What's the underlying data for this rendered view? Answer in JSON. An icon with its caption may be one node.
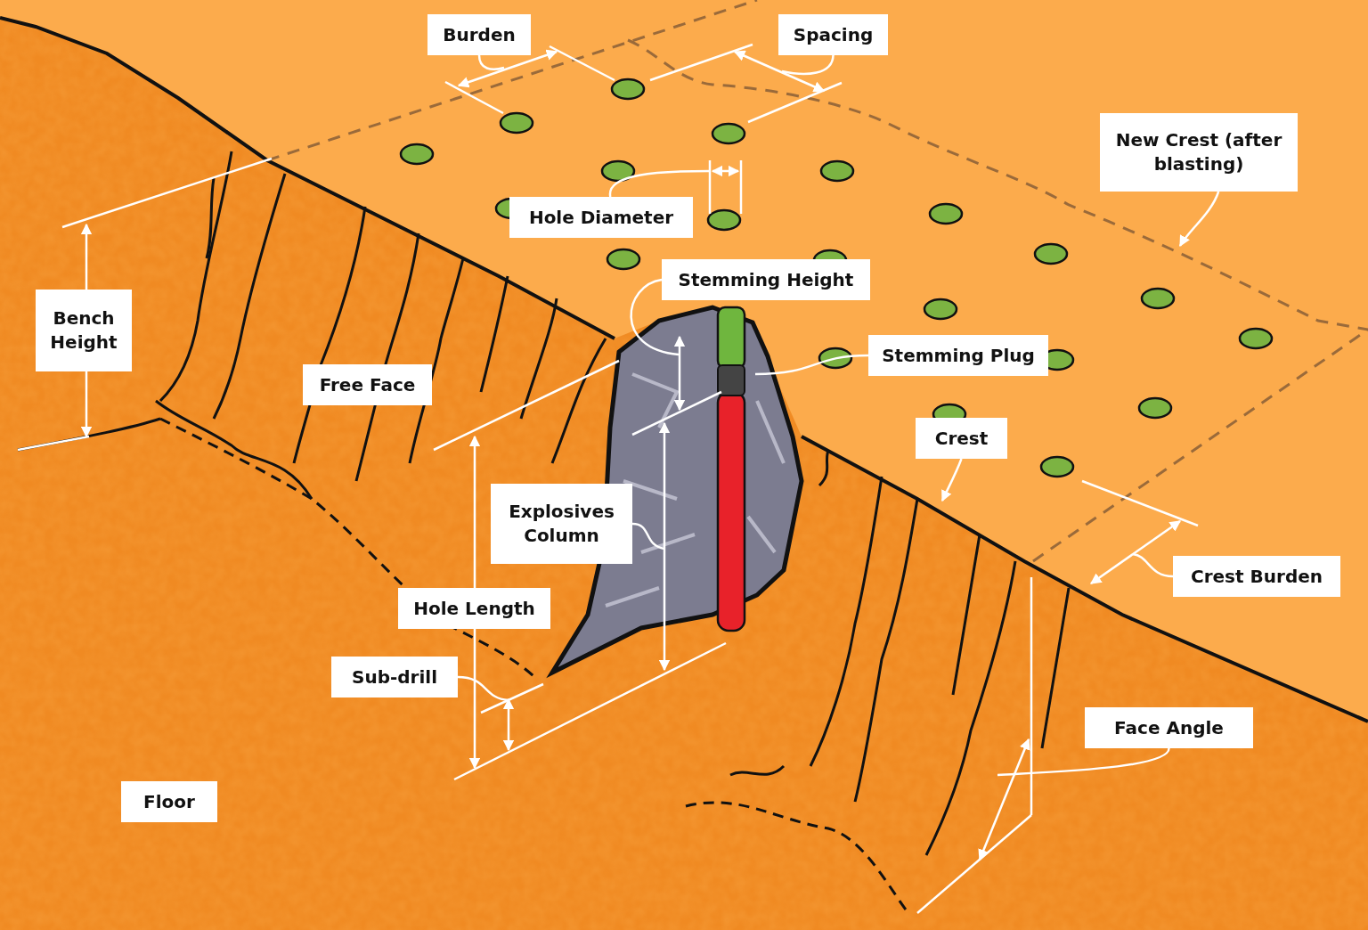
{
  "diagram": {
    "nodes": [
      {
        "text": [
          "Burden"
        ]
      },
      {
        "text": [
          "Spacing"
        ]
      },
      {
        "text": [
          "New Crest (after blasting)"
        ]
      },
      {
        "text": [
          "Hole Diameter"
        ]
      },
      {
        "text": [
          "Bench Height"
        ]
      },
      {
        "text": [
          "Stemming Height"
        ]
      },
      {
        "text": [
          "Stemming Plug"
        ]
      },
      {
        "text": [
          "Free Face"
        ]
      },
      {
        "text": [
          "Crest"
        ]
      },
      {
        "text": [
          "Explosives Column"
        ]
      },
      {
        "text": [
          "Crest Burden"
        ]
      },
      {
        "text": [
          "Hole Length"
        ]
      },
      {
        "text": [
          "Sub-drill"
        ]
      },
      {
        "text": [
          "Face Angle"
        ]
      },
      {
        "text": [
          "Floor"
        ]
      }
    ],
    "edges": [
      {
        "from": 0,
        "to": null,
        "arrow": "none"
      },
      {
        "from": 1,
        "to": null,
        "arrow": "none"
      },
      {
        "from": 2,
        "to": null,
        "arrow": "to"
      },
      {
        "from": 3,
        "to": null,
        "arrow": "none"
      },
      {
        "from": 5,
        "to": null,
        "arrow": "none"
      },
      {
        "from": 6,
        "to": null,
        "arrow": "none"
      },
      {
        "from": 8,
        "to": null,
        "arrow": "to"
      },
      {
        "from": 9,
        "to": null,
        "arrow": "none"
      },
      {
        "from": 10,
        "to": null,
        "arrow": "none"
      },
      {
        "from": 12,
        "to": null,
        "arrow": "none"
      },
      {
        "from": 13,
        "to": null,
        "arrow": "none"
      }
    ]
  }
}
